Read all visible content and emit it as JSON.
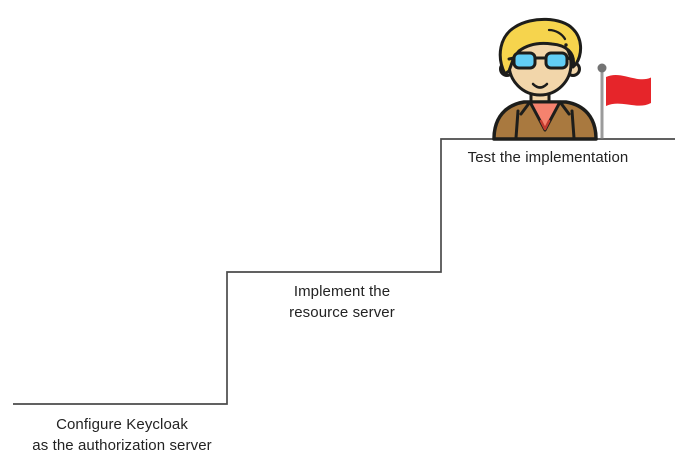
{
  "diagram": {
    "type": "staircase-steps",
    "steps": [
      {
        "name": "configure-keycloak",
        "lines": [
          "Configure Keycloak",
          "as the authorization server"
        ]
      },
      {
        "name": "implement-resource-server",
        "lines": [
          "Implement the",
          "resource server"
        ]
      },
      {
        "name": "test-implementation",
        "lines": [
          "Test the implementation"
        ]
      }
    ],
    "decorations": [
      {
        "name": "person-icon"
      },
      {
        "name": "flag-icon"
      }
    ],
    "colors": {
      "step_line": "#4b4b4b",
      "label_text": "#232323",
      "flag_red": "#e6252a",
      "pole_grey": "#9b9b9b",
      "hair_yellow": "#f6d44d",
      "skin": "#f2d6aa",
      "jacket_brown": "#a9793f",
      "shirt_salmon": "#f5826e",
      "glasses_blue": "#62cef5",
      "outline": "#1d1d1b",
      "background": "#ffffff"
    }
  }
}
